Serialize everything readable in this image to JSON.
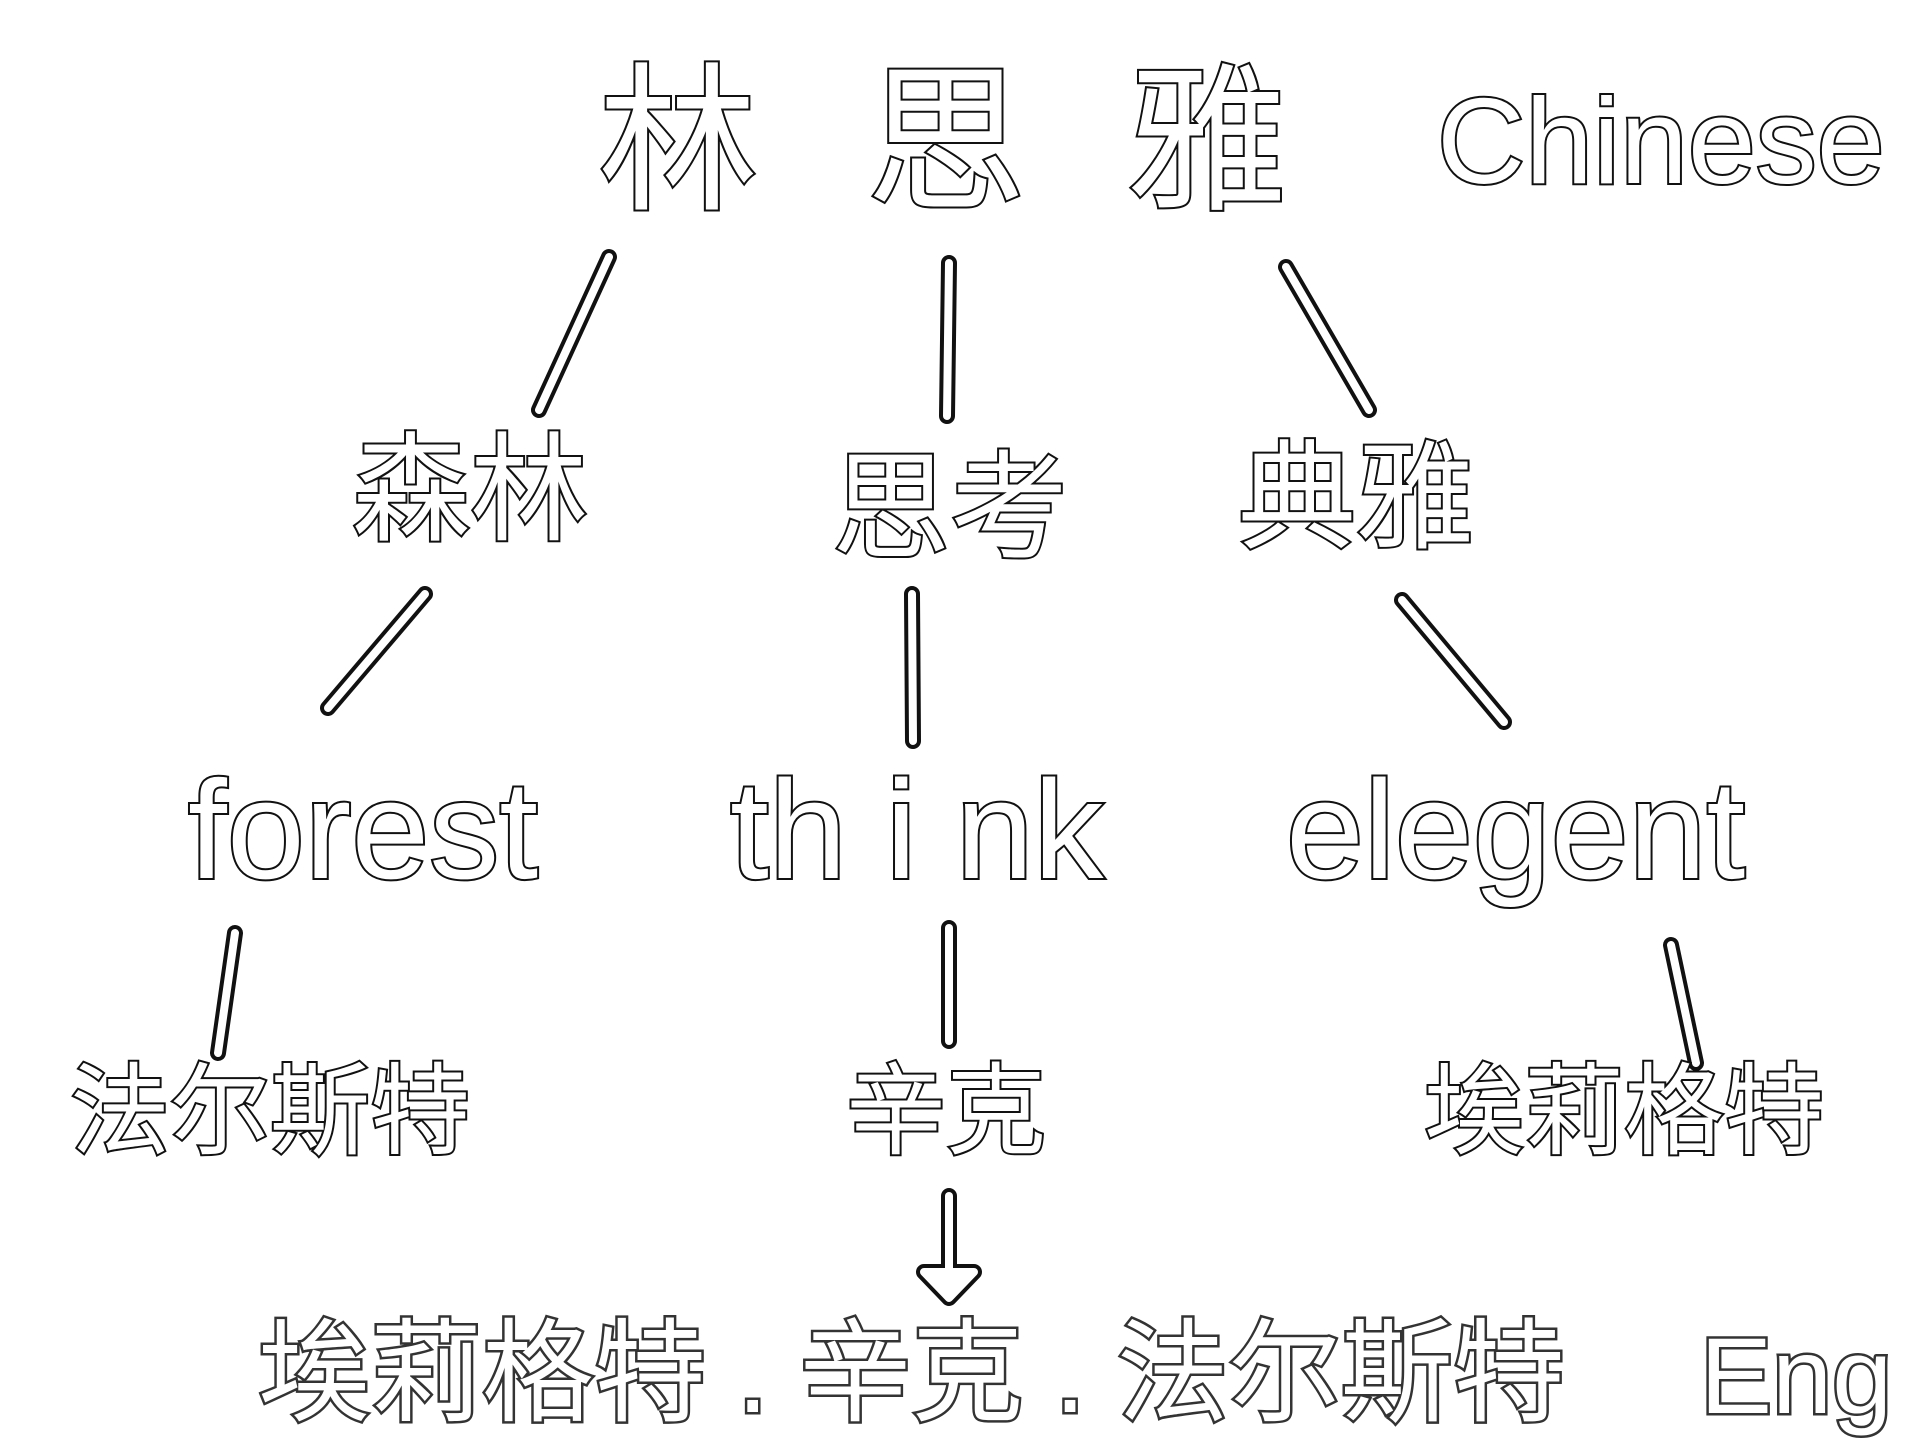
{
  "top": {
    "chars": [
      "林",
      "思",
      "雅"
    ],
    "language": "Chinese"
  },
  "middle": [
    "森林",
    "思考",
    "典雅"
  ],
  "english": [
    "forest",
    "th i nk",
    "elegent"
  ],
  "transliterations": [
    "法尔斯特",
    "辛克",
    "埃莉格特"
  ],
  "result": {
    "name": "埃莉格特 . 辛克 . 法尔斯特",
    "language": "Eng"
  }
}
